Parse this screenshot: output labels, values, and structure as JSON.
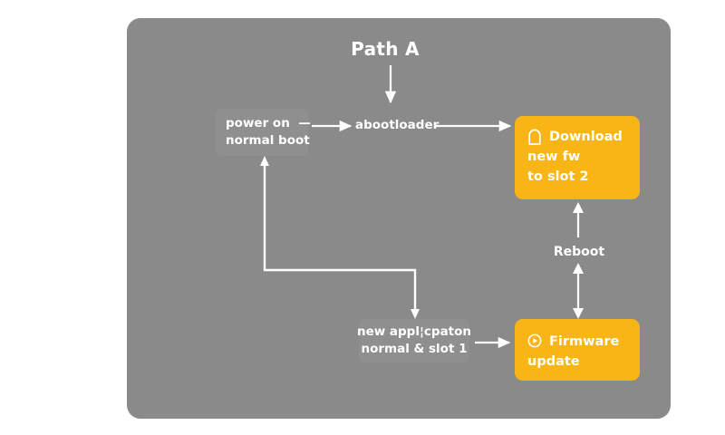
{
  "canvas": {
    "background_color": "#ffffff",
    "panel_color": "#8a8a8a",
    "box_gray_color": "#8f8f8f",
    "accent_color": "#f9b515",
    "text_color": "#ffffff"
  },
  "diagram": {
    "title": "Path A",
    "nodes": {
      "power_on": {
        "line1": "power on  —",
        "line2": "normal boot"
      },
      "abootloader": {
        "label": "abootloader"
      },
      "download": {
        "icon": "arch-door-icon",
        "line1": "Download",
        "line2": "new fw",
        "line3": "to slot 2"
      },
      "new_application": {
        "line1": "new appl¦cpaton",
        "line2": "normal & slot 1"
      },
      "firmware_update": {
        "icon": "play-circle-icon",
        "line1": "Firmware",
        "line2": "update"
      }
    },
    "edges": {
      "reboot_label": "Reboot"
    }
  }
}
